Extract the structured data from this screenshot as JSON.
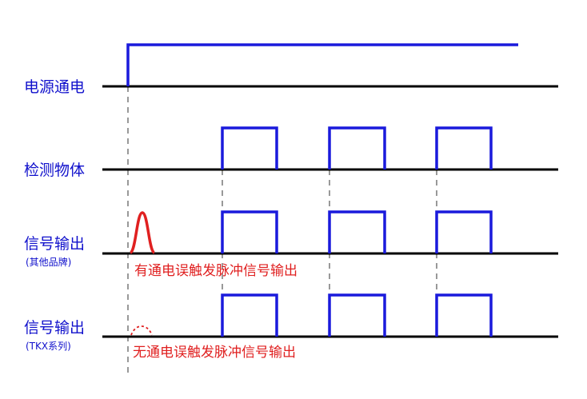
{
  "diagram": {
    "rows": [
      {
        "label": "电源通电",
        "sublabel": ""
      },
      {
        "label": "检测物体",
        "sublabel": ""
      },
      {
        "label": "信号输出",
        "sublabel": "(其他品牌)"
      },
      {
        "label": "信号输出",
        "sublabel": "(TKX系列)"
      }
    ],
    "notes": {
      "other_brand": "有通电误触发脉冲信号输出",
      "tkx": "无通电误触发脉冲信号输出"
    },
    "colors": {
      "baseline": "#000000",
      "signal": "#1a1adc",
      "false_pulse": "#e02020",
      "guide": "#999999",
      "label": "#1010cc",
      "note": "#e02020"
    }
  }
}
